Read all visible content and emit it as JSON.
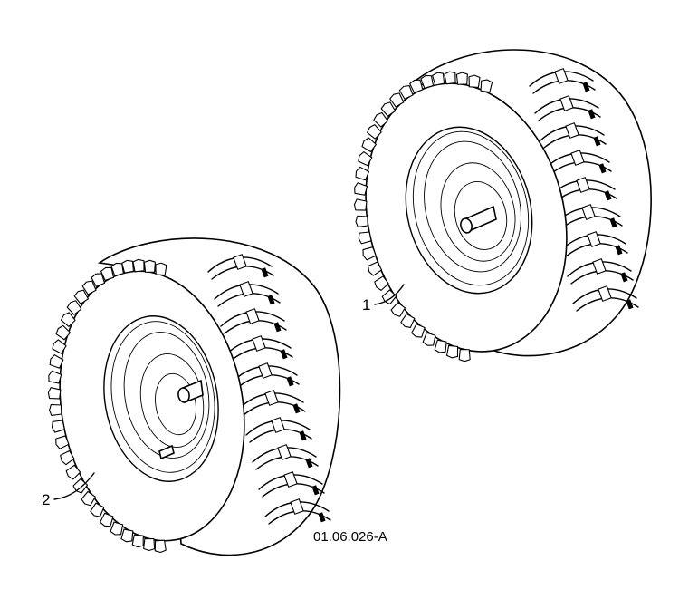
{
  "diagram": {
    "callouts": [
      {
        "id": "1",
        "label": "1",
        "part": "wheel"
      },
      {
        "id": "2",
        "label": "2",
        "part": "wheel"
      }
    ],
    "figure_code": "01.06.026-A",
    "colors": {
      "ink": "#000000",
      "paper": "#ffffff"
    }
  }
}
